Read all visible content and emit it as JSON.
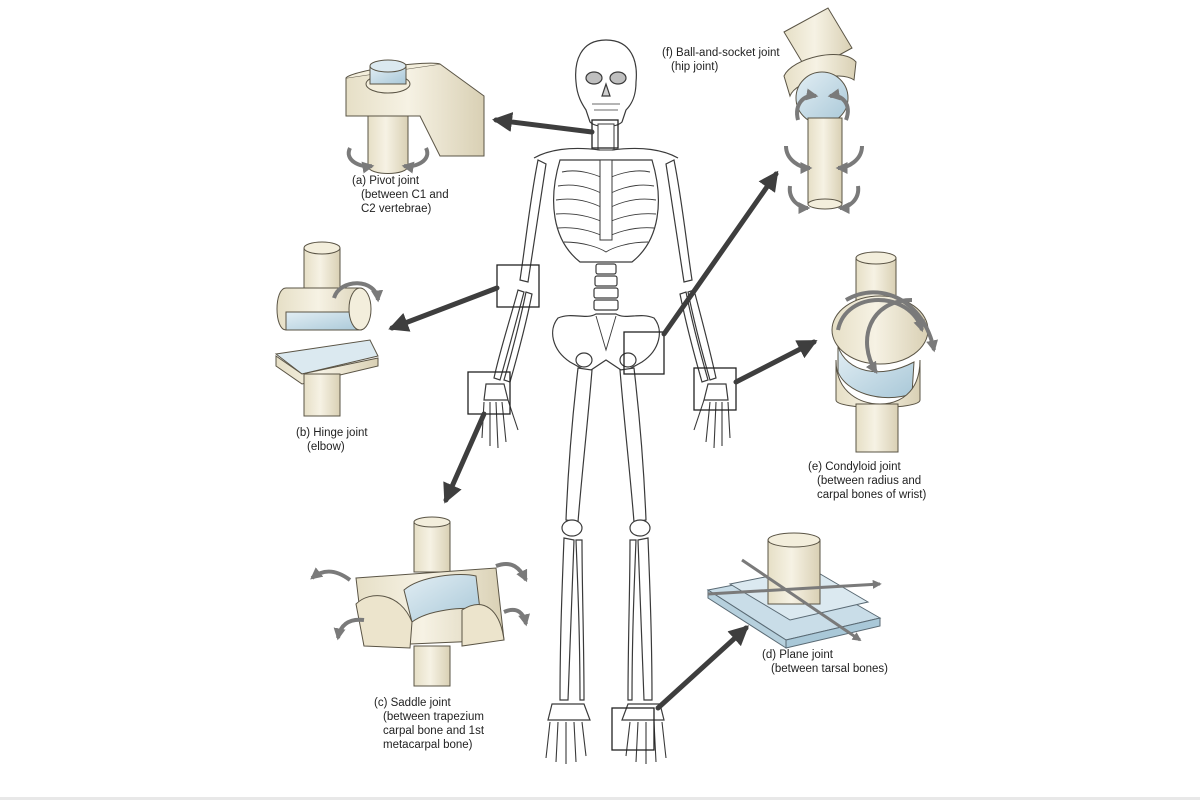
{
  "colors": {
    "bone": "#f0ead8",
    "bone_shadow": "#d8d0b6",
    "cartilage": "#c7dde8",
    "arrow": "#6e6e6e",
    "outline": "#3a3a3a"
  },
  "labels": {
    "pivot": {
      "line1": "(a) Pivot joint",
      "line2": "(between C1 and",
      "line3": "C2 vertebrae)"
    },
    "hinge": {
      "line1": "(b) Hinge joint",
      "line2": "(elbow)"
    },
    "saddle": {
      "line1": "(c) Saddle joint",
      "line2": "(between trapezium",
      "line3": "carpal bone and 1st",
      "line4": "metacarpal bone)"
    },
    "plane": {
      "line1": "(d) Plane joint",
      "line2": "(between tarsal bones)"
    },
    "condyloid": {
      "line1": "(e) Condyloid joint",
      "line2": "(between radius and",
      "line3": "carpal bones of wrist)"
    },
    "ball": {
      "line1": "(f) Ball-and-socket joint",
      "line2": "(hip joint)"
    }
  }
}
